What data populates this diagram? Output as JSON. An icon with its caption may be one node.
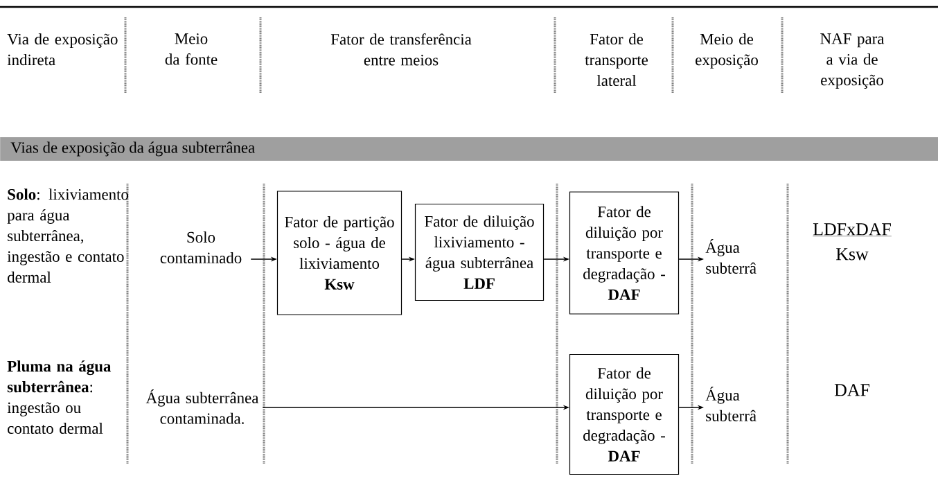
{
  "diagram": {
    "nodes": [
      {
        "text": [
          "Vias de exposição da água subterrânea"
        ]
      },
      {
        "text": [
          "Solo contaminado"
        ]
      },
      {
        "text": [
          "Fator de partição solo - água de lixiviamento",
          "Ksw"
        ]
      },
      {
        "text": [
          "Fator de diluição lixiviamento - água subterrânea",
          "LDF"
        ]
      },
      {
        "text": [
          "Fator de diluição por transporte e degradação -",
          "DAF"
        ]
      },
      {
        "text": [
          "Água subterrâ"
        ]
      },
      {
        "text": [
          "Água subterrânea contaminada."
        ]
      },
      {
        "text": [
          "Fator de diluição por transporte e degradação -",
          "DAF"
        ]
      },
      {
        "text": [
          "Água subterrâ"
        ]
      }
    ],
    "edges": [
      {
        "from": 1,
        "to": 2,
        "arrow": "to"
      },
      {
        "from": 2,
        "to": 3,
        "arrow": "to"
      },
      {
        "from": 3,
        "to": 4,
        "arrow": "to"
      },
      {
        "from": 4,
        "to": 5,
        "arrow": "to"
      },
      {
        "from": 6,
        "to": 7,
        "arrow": "to"
      },
      {
        "from": 7,
        "to": 8,
        "arrow": "to"
      }
    ],
    "labels": [
      "Via de exposição indireta",
      "Meio da fonte",
      "Fator de transferência entre meios",
      "Fator de transporte lateral",
      "Meio de exposição",
      "NAF para a via de exposição",
      "**Solo**: lixiviamento para água subterrânea, ingestão e contato dermal",
      "LDFxDAF",
      "Ksw",
      "**Pluma na água subterrânea**: ingestão ou contato dermal",
      "DAF"
    ]
  }
}
